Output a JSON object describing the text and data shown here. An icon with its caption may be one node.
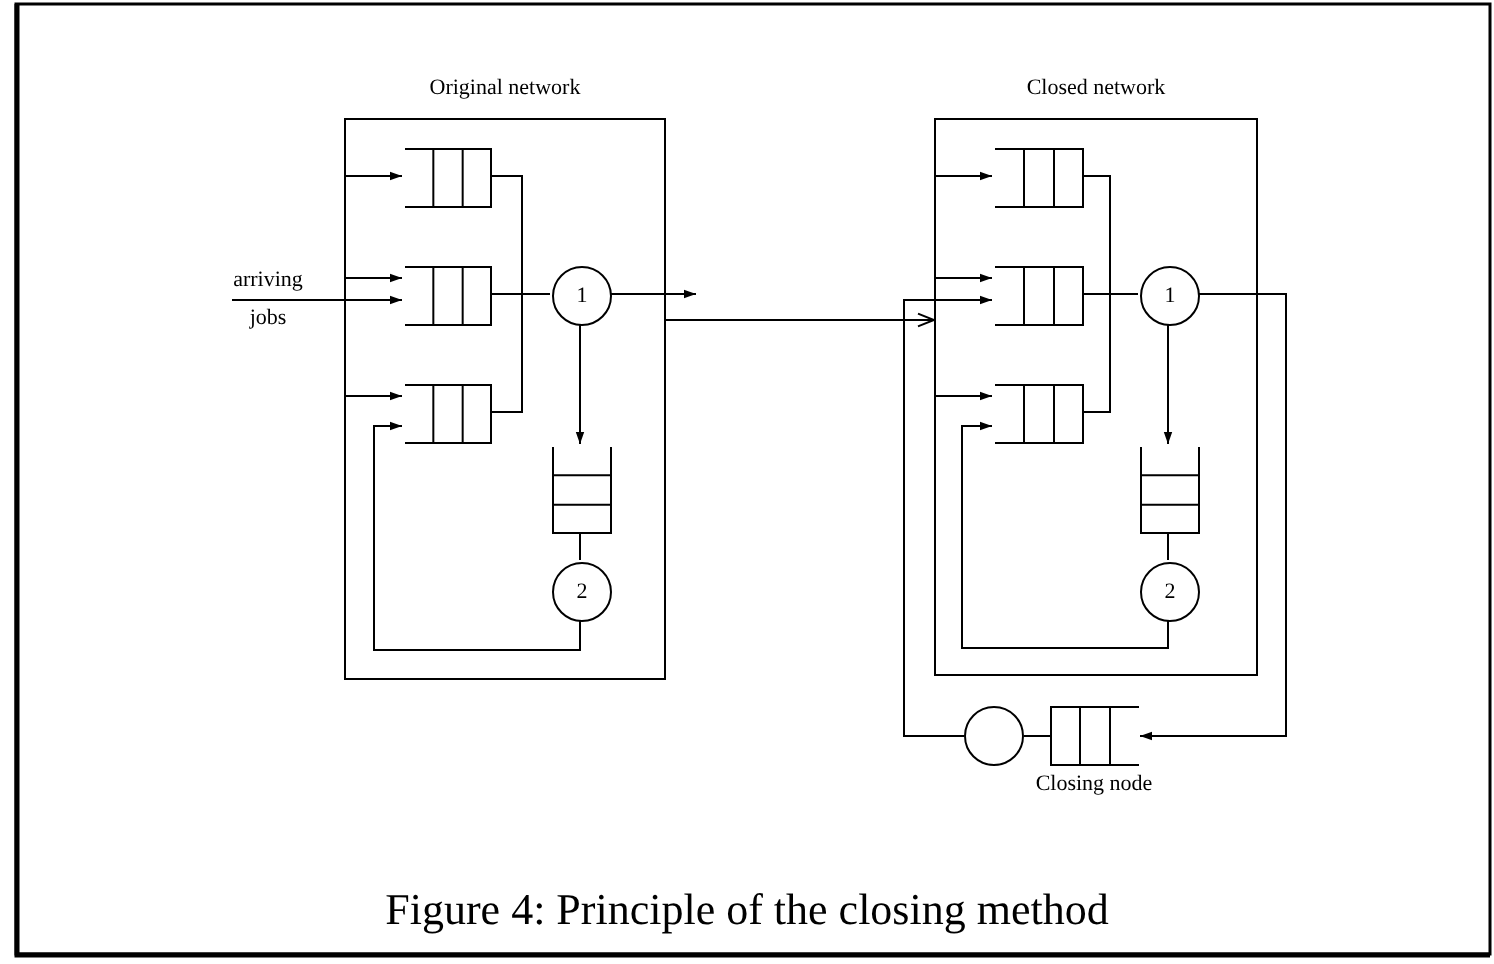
{
  "diagram": {
    "caption": "Figure 4: Principle of the closing method",
    "nodes": [
      {
        "text": [
          "Original network"
        ]
      },
      {
        "text": [],
        "shape": "queue",
        "in": 0
      },
      {
        "text": [],
        "shape": "queue",
        "in": 0
      },
      {
        "text": [],
        "shape": "queue",
        "in": 0
      },
      {
        "text": [
          "1"
        ],
        "in": 0
      },
      {
        "text": [],
        "shape": "queue",
        "in": 0
      },
      {
        "text": [
          "2"
        ],
        "in": 0
      },
      {
        "text": [
          "Closed network"
        ]
      },
      {
        "text": [],
        "shape": "queue",
        "in": 7
      },
      {
        "text": [],
        "shape": "queue",
        "in": 7
      },
      {
        "text": [],
        "shape": "queue",
        "in": 7
      },
      {
        "text": [
          "1"
        ],
        "in": 7
      },
      {
        "text": [],
        "shape": "queue",
        "in": 7
      },
      {
        "text": [
          "2"
        ],
        "in": 7
      },
      {
        "text": [],
        "shape": "circle"
      },
      {
        "text": [],
        "shape": "queue"
      }
    ],
    "edges": [
      {
        "from": 0,
        "to": 1,
        "arrow": "to"
      },
      {
        "from": 0,
        "to": 2,
        "arrow": "to"
      },
      {
        "from": null,
        "to": 2,
        "arrow": "to",
        "label": "arriving jobs"
      },
      {
        "from": 0,
        "to": 3,
        "arrow": "to"
      },
      {
        "from": 1,
        "to": 4,
        "arrow": "none"
      },
      {
        "from": 2,
        "to": 4,
        "arrow": "none"
      },
      {
        "from": 3,
        "to": 4,
        "arrow": "none"
      },
      {
        "from": 4,
        "to": null,
        "arrow": "to"
      },
      {
        "from": 4,
        "to": 5,
        "arrow": "to"
      },
      {
        "from": 5,
        "to": 6,
        "arrow": "none"
      },
      {
        "from": 6,
        "to": 3,
        "arrow": "to"
      },
      {
        "from": 0,
        "to": 7,
        "arrow": "to"
      },
      {
        "from": 7,
        "to": 8,
        "arrow": "to"
      },
      {
        "from": 7,
        "to": 9,
        "arrow": "to"
      },
      {
        "from": 14,
        "to": 9,
        "arrow": "to"
      },
      {
        "from": 7,
        "to": 10,
        "arrow": "to"
      },
      {
        "from": 8,
        "to": 11,
        "arrow": "none"
      },
      {
        "from": 9,
        "to": 11,
        "arrow": "none"
      },
      {
        "from": 10,
        "to": 11,
        "arrow": "none"
      },
      {
        "from": 11,
        "to": 12,
        "arrow": "to"
      },
      {
        "from": 12,
        "to": 13,
        "arrow": "none"
      },
      {
        "from": 13,
        "to": 10,
        "arrow": "to"
      },
      {
        "from": 11,
        "to": 15,
        "arrow": "to"
      },
      {
        "from": 15,
        "to": 14,
        "arrow": "none"
      }
    ],
    "labels": [
      "Closing node"
    ]
  }
}
